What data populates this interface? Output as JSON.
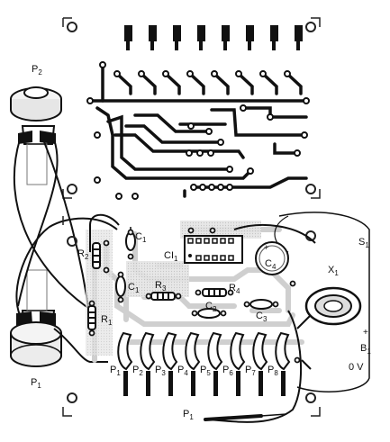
{
  "labels": {
    "p2_top": "P",
    "p2_top_sub": "2",
    "p1_bottom": "P",
    "p1_bottom_sub": "1",
    "r2": "R",
    "r2_sub": "2",
    "r1": "R",
    "r1_sub": "1",
    "c1_a": "C",
    "c1_a_sub": "1",
    "c1_b": "C",
    "c1_b_sub": "1",
    "ci1": "CI",
    "ci1_sub": "1",
    "r3": "R",
    "r3_sub": "3",
    "r4": "R",
    "r4_sub": "4",
    "c2": "C",
    "c2_sub": "2",
    "c3": "C",
    "c3_sub": "3",
    "c4": "C",
    "c4_sub": "4",
    "x1": "X",
    "x1_sub": "1",
    "s1": "S",
    "s1_sub": "1",
    "b1": "B",
    "b1_sub": "1",
    "zero_v": "0 V",
    "plus_sign": "+",
    "probe": "P",
    "probe_sub": "1",
    "keys": [
      {
        "t": "P",
        "s": "1"
      },
      {
        "t": "P",
        "s": "2"
      },
      {
        "t": "P",
        "s": "3"
      },
      {
        "t": "P",
        "s": "4"
      },
      {
        "t": "P",
        "s": "5"
      },
      {
        "t": "P",
        "s": "6"
      },
      {
        "t": "P",
        "s": "7"
      },
      {
        "t": "P",
        "s": "8"
      }
    ]
  }
}
